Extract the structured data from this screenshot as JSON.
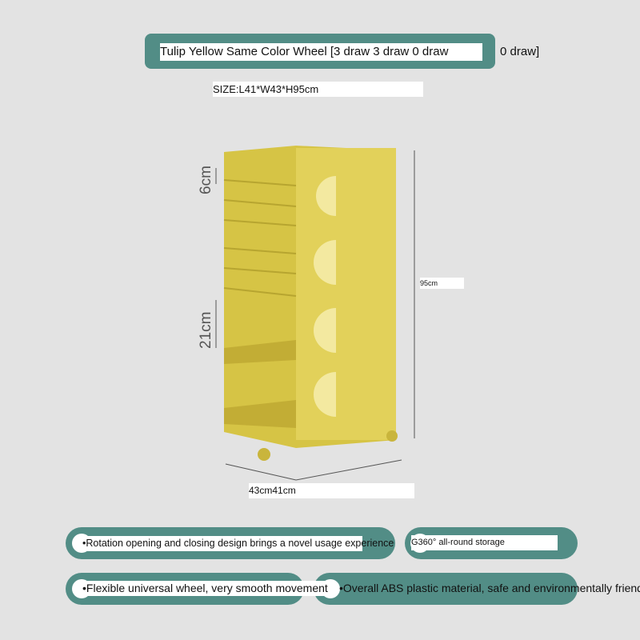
{
  "title": "Tulip Yellow   Same Color Wheel [3 draw   3 draw   0 draw",
  "title_tail": "0 draw]",
  "size": "SIZE:L41*W43*H95cm",
  "dims": {
    "drawer_h": "6cm",
    "shelf_gap": "21cm",
    "height": "95cm",
    "footprint": "43cm41cm"
  },
  "features": [
    "•Rotation opening and closing design brings a novel usage experience",
    "G360° all-round storage",
    "•Flexible universal wheel, very smooth movement",
    "•Overall ABS plastic material, safe and environmentally friendly"
  ],
  "colors": {
    "teal": "#528d86",
    "product": "#d9c64a",
    "background": "#e3e3e3"
  }
}
